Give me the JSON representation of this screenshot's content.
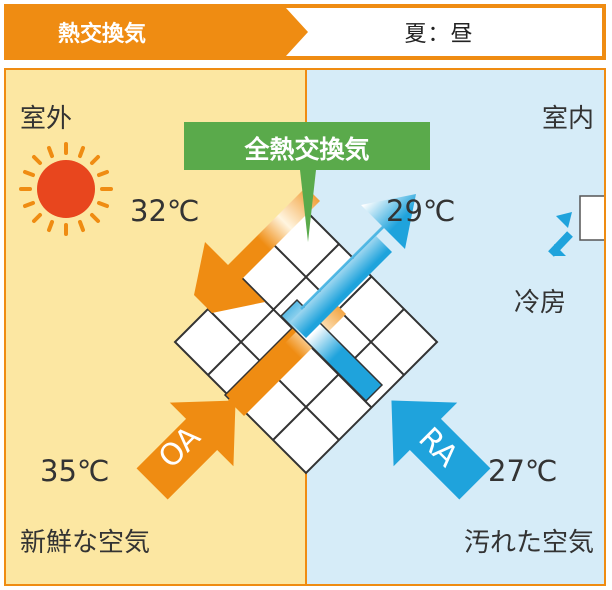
{
  "header": {
    "title": "熱交換気",
    "season": "夏：昼"
  },
  "diagram": {
    "outdoor_label": "室外",
    "indoor_label": "室内",
    "exchanger_label": "全熱交換気",
    "outdoor_supply_temp": "32℃",
    "indoor_exhaust_temp": "29℃",
    "cooling_label": "冷房",
    "oa_label": "OA",
    "ra_label": "RA",
    "outdoor_air_temp": "35℃",
    "return_air_temp": "27℃",
    "fresh_air_label": "新鮮な空気",
    "dirty_air_label": "汚れた空気"
  },
  "colors": {
    "orange": "#ef8c12",
    "outdoor_bg": "#fce7a2",
    "indoor_bg": "#d6ecf8",
    "blue": "#1fa3dc",
    "green": "#5aaa4b",
    "sun": "#e8461e"
  }
}
